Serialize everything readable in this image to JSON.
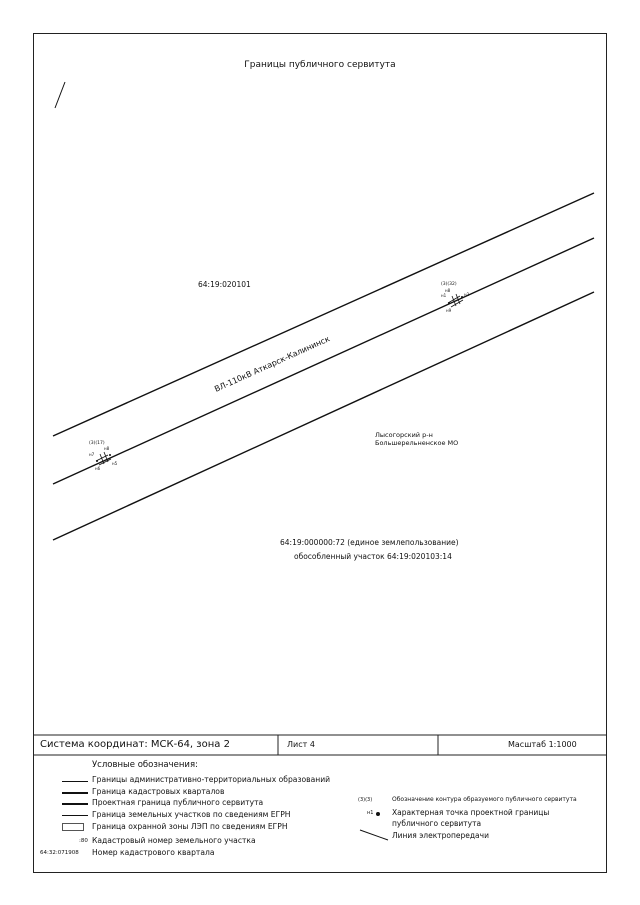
{
  "map": {
    "title": "Границы публичного сервитута",
    "quarter_label": "64:19:020101",
    "line_label": "ВЛ-110кВ Аткарск-Калининск",
    "district_label_1": "Лысогорский р-н",
    "district_label_2": "Большерельненское МО",
    "parcel_label_1": "64:19:000000:72 (единое землепользование)",
    "parcel_label_2": "обособленный участок 64:19:020103:14",
    "contour_label_top": "(3)(32)",
    "contour_label_left": "(3)(17)",
    "point_labels_top": [
      "н8",
      "н1",
      "н2",
      "н9"
    ],
    "point_labels_left": [
      "н7",
      "н8",
      "н5",
      "н6"
    ]
  },
  "stamp": {
    "coord_system": "Система координат: МСК-64, зона 2",
    "sheet": "Лист 4",
    "scale": "Масштаб 1:1000"
  },
  "legend": {
    "heading": "Условные обозначения:",
    "left_items": [
      "Границы административно-территориальных образований",
      "Граница кадастровых кварталов",
      "Проектная граница публичного сервитута",
      "Граница земельных участков по сведениям ЕГРН",
      "Граница охранной зоны ЛЭП по сведениям ЕГРН"
    ],
    "parcel_number_sample": ":80",
    "parcel_number_text": "Кадастровый номер земельного участка",
    "quarter_number_sample": "64:32:071908",
    "quarter_number_text": "Номер кадастрового квартала",
    "right_contour_sample": "(3)(3)",
    "right_contour_text": "Обозначение контура образуемого публичного сервитута",
    "right_point_sample": "н1",
    "right_point_text_1": "Характерная точка проектной границы",
    "right_point_text_2": "публичного сервитута",
    "right_line_text": "Линия электропередачи"
  }
}
